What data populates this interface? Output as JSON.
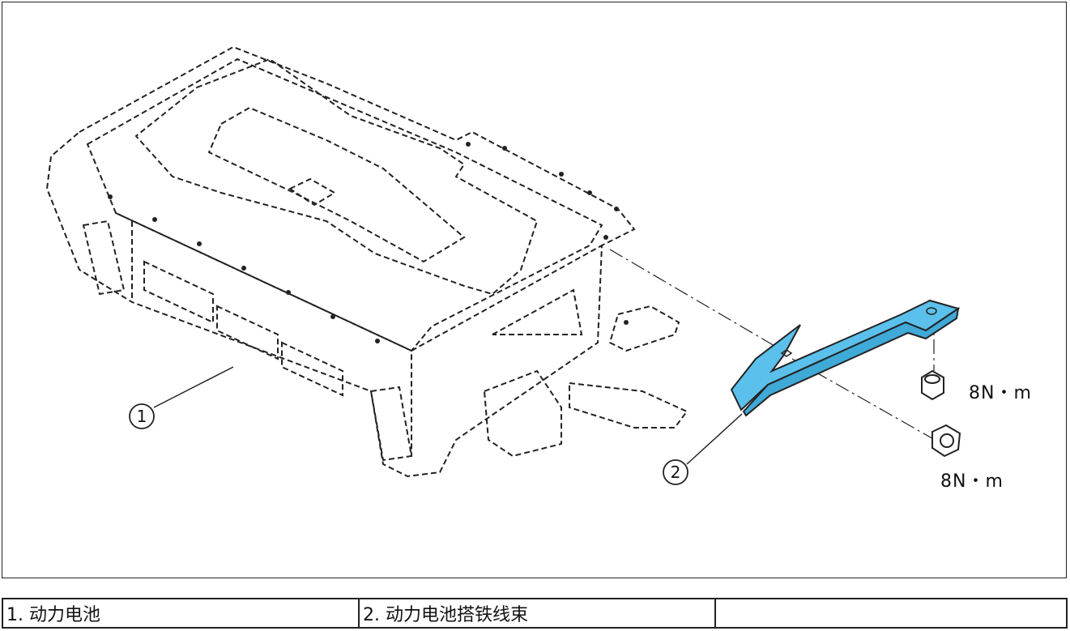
{
  "callouts": [
    {
      "number": "1"
    },
    {
      "number": "2"
    }
  ],
  "torque_labels": [
    "8N・m",
    "8N・m"
  ],
  "legend": [
    {
      "text": "1. 动力电池"
    },
    {
      "text": "2. 动力电池搭铁线束"
    },
    {
      "text": ""
    }
  ],
  "colors": {
    "highlight": "#5bc0eb",
    "line": "#111111"
  }
}
